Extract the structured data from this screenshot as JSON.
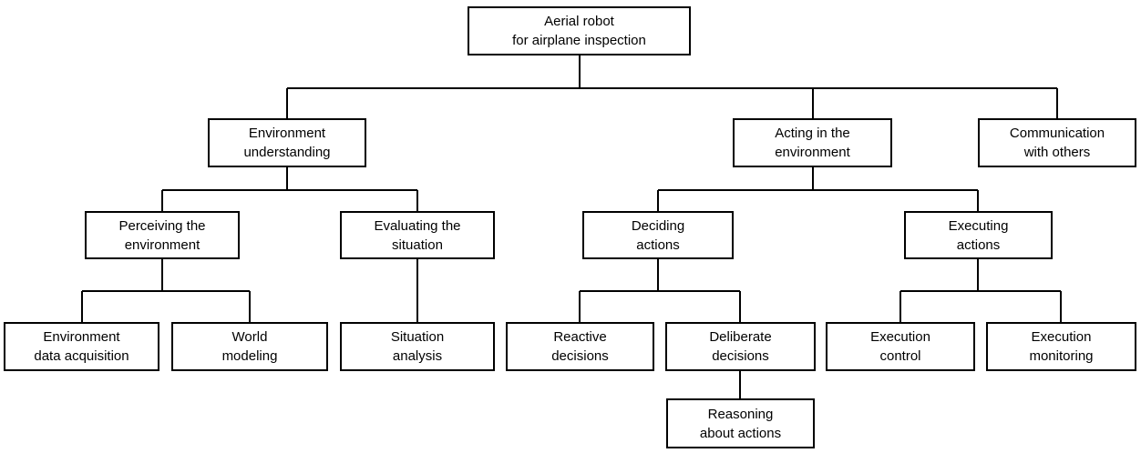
{
  "diagram": {
    "type": "hierarchy-block-diagram",
    "colors": {
      "background": "#ffffff",
      "box_border": "#000000",
      "connector": "#000000",
      "text": "#000000"
    },
    "nodes": [
      {
        "id": "aerial-robot",
        "text": "Aerial robot\nfor airplane inspection",
        "parent": null
      },
      {
        "id": "environment-understanding",
        "text": "Environment\nunderstanding",
        "parent": "aerial-robot"
      },
      {
        "id": "acting-in-the-environment",
        "text": "Acting in the\nenvironment",
        "parent": "aerial-robot"
      },
      {
        "id": "communication-with-others",
        "text": "Communication\nwith others",
        "parent": "aerial-robot"
      },
      {
        "id": "perceiving-the-environment",
        "text": "Perceiving the\nenvironment",
        "parent": "environment-understanding"
      },
      {
        "id": "evaluating-the-situation",
        "text": "Evaluating the\nsituation",
        "parent": "environment-understanding"
      },
      {
        "id": "deciding-actions",
        "text": "Deciding\nactions",
        "parent": "acting-in-the-environment"
      },
      {
        "id": "executing-actions",
        "text": "Executing\nactions",
        "parent": "acting-in-the-environment"
      },
      {
        "id": "environment-data-acquisition",
        "text": "Environment\ndata acquisition",
        "parent": "perceiving-the-environment"
      },
      {
        "id": "world-modeling",
        "text": "World\nmodeling",
        "parent": "perceiving-the-environment"
      },
      {
        "id": "situation-analysis",
        "text": "Situation\nanalysis",
        "parent": "evaluating-the-situation"
      },
      {
        "id": "reactive-decisions",
        "text": "Reactive\ndecisions",
        "parent": "deciding-actions"
      },
      {
        "id": "deliberate-decisions",
        "text": "Deliberate\ndecisions",
        "parent": "deciding-actions"
      },
      {
        "id": "execution-control",
        "text": "Execution\ncontrol",
        "parent": "executing-actions"
      },
      {
        "id": "execution-monitoring",
        "text": "Execution\nmonitoring",
        "parent": "executing-actions"
      },
      {
        "id": "reasoning-about-actions",
        "text": "Reasoning\nabout actions",
        "parent": "deliberate-decisions"
      }
    ]
  }
}
